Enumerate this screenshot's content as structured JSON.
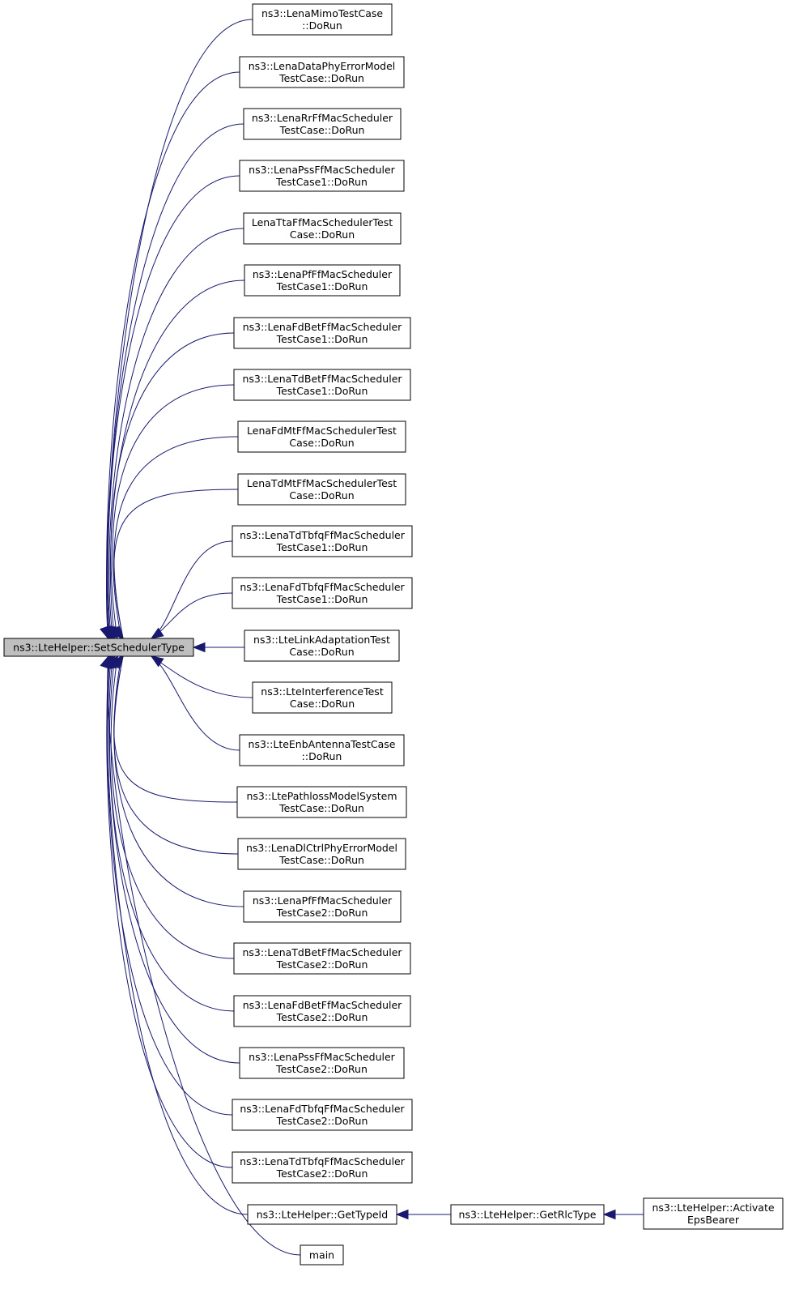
{
  "graph": {
    "colors": {
      "edge": "#191970",
      "root_fill": "#bfbfbf",
      "node_fill": "#ffffff",
      "border": "#000000"
    },
    "root": {
      "id": "root",
      "lines": [
        "ns3::LteHelper::SetSchedulerType"
      ]
    },
    "nodes": [
      {
        "id": "n1",
        "lines": [
          "ns3::LenaMimoTestCase",
          "::DoRun"
        ]
      },
      {
        "id": "n2",
        "lines": [
          "ns3::LenaDataPhyErrorModel",
          "TestCase::DoRun"
        ]
      },
      {
        "id": "n3",
        "lines": [
          "ns3::LenaRrFfMacScheduler",
          "TestCase::DoRun"
        ]
      },
      {
        "id": "n4",
        "lines": [
          "ns3::LenaPssFfMacScheduler",
          "TestCase1::DoRun"
        ]
      },
      {
        "id": "n5",
        "lines": [
          "LenaTtaFfMacSchedulerTest",
          "Case::DoRun"
        ]
      },
      {
        "id": "n6",
        "lines": [
          "ns3::LenaPfFfMacScheduler",
          "TestCase1::DoRun"
        ]
      },
      {
        "id": "n7",
        "lines": [
          "ns3::LenaFdBetFfMacScheduler",
          "TestCase1::DoRun"
        ]
      },
      {
        "id": "n8",
        "lines": [
          "ns3::LenaTdBetFfMacScheduler",
          "TestCase1::DoRun"
        ]
      },
      {
        "id": "n9",
        "lines": [
          "LenaFdMtFfMacSchedulerTest",
          "Case::DoRun"
        ]
      },
      {
        "id": "n10",
        "lines": [
          "LenaTdMtFfMacSchedulerTest",
          "Case::DoRun"
        ]
      },
      {
        "id": "n11",
        "lines": [
          "ns3::LenaTdTbfqFfMacScheduler",
          "TestCase1::DoRun"
        ]
      },
      {
        "id": "n12",
        "lines": [
          "ns3::LenaFdTbfqFfMacScheduler",
          "TestCase1::DoRun"
        ]
      },
      {
        "id": "n13",
        "lines": [
          "ns3::LteLinkAdaptationTest",
          "Case::DoRun"
        ]
      },
      {
        "id": "n14",
        "lines": [
          "ns3::LteInterferenceTest",
          "Case::DoRun"
        ]
      },
      {
        "id": "n15",
        "lines": [
          "ns3::LteEnbAntennaTestCase",
          "::DoRun"
        ]
      },
      {
        "id": "n16",
        "lines": [
          "ns3::LtePathlossModelSystem",
          "TestCase::DoRun"
        ]
      },
      {
        "id": "n17",
        "lines": [
          "ns3::LenaDlCtrlPhyErrorModel",
          "TestCase::DoRun"
        ]
      },
      {
        "id": "n18",
        "lines": [
          "ns3::LenaPfFfMacScheduler",
          "TestCase2::DoRun"
        ]
      },
      {
        "id": "n19",
        "lines": [
          "ns3::LenaTdBetFfMacScheduler",
          "TestCase2::DoRun"
        ]
      },
      {
        "id": "n20",
        "lines": [
          "ns3::LenaFdBetFfMacScheduler",
          "TestCase2::DoRun"
        ]
      },
      {
        "id": "n21",
        "lines": [
          "ns3::LenaPssFfMacScheduler",
          "TestCase2::DoRun"
        ]
      },
      {
        "id": "n22",
        "lines": [
          "ns3::LenaFdTbfqFfMacScheduler",
          "TestCase2::DoRun"
        ]
      },
      {
        "id": "n23",
        "lines": [
          "ns3::LenaTdTbfqFfMacScheduler",
          "TestCase2::DoRun"
        ]
      },
      {
        "id": "n24",
        "lines": [
          "ns3::LteHelper::GetTypeId"
        ]
      },
      {
        "id": "n25",
        "lines": [
          "main"
        ]
      },
      {
        "id": "n26",
        "lines": [
          "ns3::LteHelper::GetRlcType"
        ]
      },
      {
        "id": "n27",
        "lines": [
          "ns3::LteHelper::Activate",
          "EpsBearer"
        ]
      }
    ],
    "edges": [
      {
        "from": "n1",
        "to": "root"
      },
      {
        "from": "n2",
        "to": "root"
      },
      {
        "from": "n3",
        "to": "root"
      },
      {
        "from": "n4",
        "to": "root"
      },
      {
        "from": "n5",
        "to": "root"
      },
      {
        "from": "n6",
        "to": "root"
      },
      {
        "from": "n7",
        "to": "root"
      },
      {
        "from": "n8",
        "to": "root"
      },
      {
        "from": "n9",
        "to": "root"
      },
      {
        "from": "n10",
        "to": "root"
      },
      {
        "from": "n11",
        "to": "root"
      },
      {
        "from": "n12",
        "to": "root"
      },
      {
        "from": "n13",
        "to": "root"
      },
      {
        "from": "n14",
        "to": "root"
      },
      {
        "from": "n15",
        "to": "root"
      },
      {
        "from": "n16",
        "to": "root"
      },
      {
        "from": "n17",
        "to": "root"
      },
      {
        "from": "n18",
        "to": "root"
      },
      {
        "from": "n19",
        "to": "root"
      },
      {
        "from": "n20",
        "to": "root"
      },
      {
        "from": "n21",
        "to": "root"
      },
      {
        "from": "n22",
        "to": "root"
      },
      {
        "from": "n23",
        "to": "root"
      },
      {
        "from": "n24",
        "to": "root"
      },
      {
        "from": "n25",
        "to": "root"
      },
      {
        "from": "n26",
        "to": "n24"
      },
      {
        "from": "n27",
        "to": "n26"
      }
    ]
  }
}
